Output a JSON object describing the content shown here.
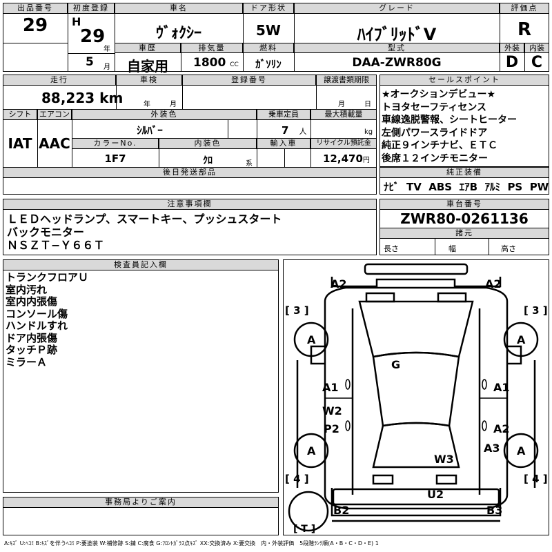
{
  "header": {
    "lot_label": "出品番号",
    "lot": "29",
    "first_reg_label": "初度登録",
    "era": "H",
    "year": "29",
    "year_unit": "年",
    "month": "5",
    "month_unit": "月",
    "car_name_label": "車名",
    "car_name": "ｳﾞｫｸｼｰ",
    "door_label": "ドア形状",
    "door": "5W",
    "grade_label": "グレード",
    "grade": "ﾊｲﾌﾞﾘｯﾄﾞV",
    "score_label": "評価点",
    "score": "R",
    "history_label": "車歴",
    "history": "自家用",
    "displacement_label": "排気量",
    "displacement": "1800",
    "cc": "CC",
    "fuel_label": "燃料",
    "fuel": "ｶﾞｿﾘﾝ",
    "model_label": "型式",
    "model": "DAA-ZWR80G",
    "ext_label": "外装",
    "ext": "D",
    "int_label": "内装",
    "int": "C"
  },
  "row2": {
    "mileage_label": "走行",
    "mileage": "88,223",
    "km": "km",
    "inspection_label": "車検",
    "insp_year": "年",
    "insp_month": "月",
    "reg_label": "登録番号",
    "transfer_label": "譲渡書類期限",
    "tr_month": "月",
    "tr_day": "日",
    "shift_label": "シフト",
    "shift": "IAT",
    "ac_label": "エアコン",
    "ac": "AAC",
    "color_label": "外装色",
    "color": "ｼﾙﾊﾞｰ",
    "capacity_label": "乗車定員",
    "capacity": "7",
    "person": "人",
    "load_label": "最大積載量",
    "kg": "kg",
    "colorno_label": "カラーNo.",
    "colorno": "1F7",
    "intcolor_label": "内装色",
    "intcolor": "ｸﾛ",
    "kei": "系",
    "import_label": "輸入車",
    "recycle_label": "リサイクル預託金",
    "recycle": "12,470",
    "yen": "円",
    "later_label": "後日発送部品"
  },
  "sales": {
    "label": "セールスポイント",
    "lines": [
      "★オークションデビュー★",
      "トヨタセーフティセンス",
      "車線逸脱警報、シートヒーター",
      "左側パワースライドドア",
      "純正９インチナビ、ＥＴＣ",
      "後席１２インチモニター"
    ]
  },
  "equipment": {
    "label": "純正装備",
    "items": [
      "ﾅﾋﾞ",
      "TV",
      "ABS",
      "ｴｱB",
      "ｱﾙﾐ",
      "PS",
      "PW"
    ]
  },
  "notes": {
    "label": "注意事項欄",
    "lines": [
      "ＬＥＤヘッドランプ、スマートキー、プッシュスタート",
      "バックモニター",
      "ＮＳＺＴ−Ｙ６６Ｔ"
    ]
  },
  "chassis": {
    "label": "車台番号",
    "value": "ZWR80-0261136",
    "spec_label": "諸元",
    "length": "長さ",
    "width": "幅",
    "height": "高さ"
  },
  "inspector": {
    "label": "検査員記入欄",
    "lines": [
      "トランクフロアＵ",
      "室内汚れ",
      "室内内張傷",
      "コンソール傷",
      "ハンドルすれ",
      "ドア内張傷",
      "タッチＰ跡",
      "ミラーＡ"
    ]
  },
  "office": {
    "label": "事務局よりご案内"
  },
  "diagram": {
    "a2_left": "A2",
    "a2_right": "A2",
    "br3_left": "[ 3 ]",
    "br3_right": "[ 3 ]",
    "tire_fl": "A",
    "tire_fr": "A",
    "tire_rl": "A",
    "tire_rr": "A",
    "g": "G",
    "a1_left": "A1",
    "a1_right": "A1",
    "w2": "W2",
    "p2": "P2",
    "a2_right2": "A2",
    "a3": "A3",
    "w3": "W3",
    "br4_left": "[ 4 ]",
    "br4_right": "[ 4 ]",
    "u2": "U2",
    "b2": "B2",
    "b3": "B3",
    "t": "[ T ]"
  },
  "legend": "A:ｷｽﾞ U:ﾍｺﾐ B:ｷｽﾞを伴うﾍｺﾐ P:要塗装 W:補修跡 S:錆 C:腐食 G:ﾌﾛﾝﾄｶﾞﾗｽ点ｷｽﾞ XX:交換済み X:要交換　内・外装評価　5段階ﾗﾝｸ順(A・B・C・D・E) 1"
}
